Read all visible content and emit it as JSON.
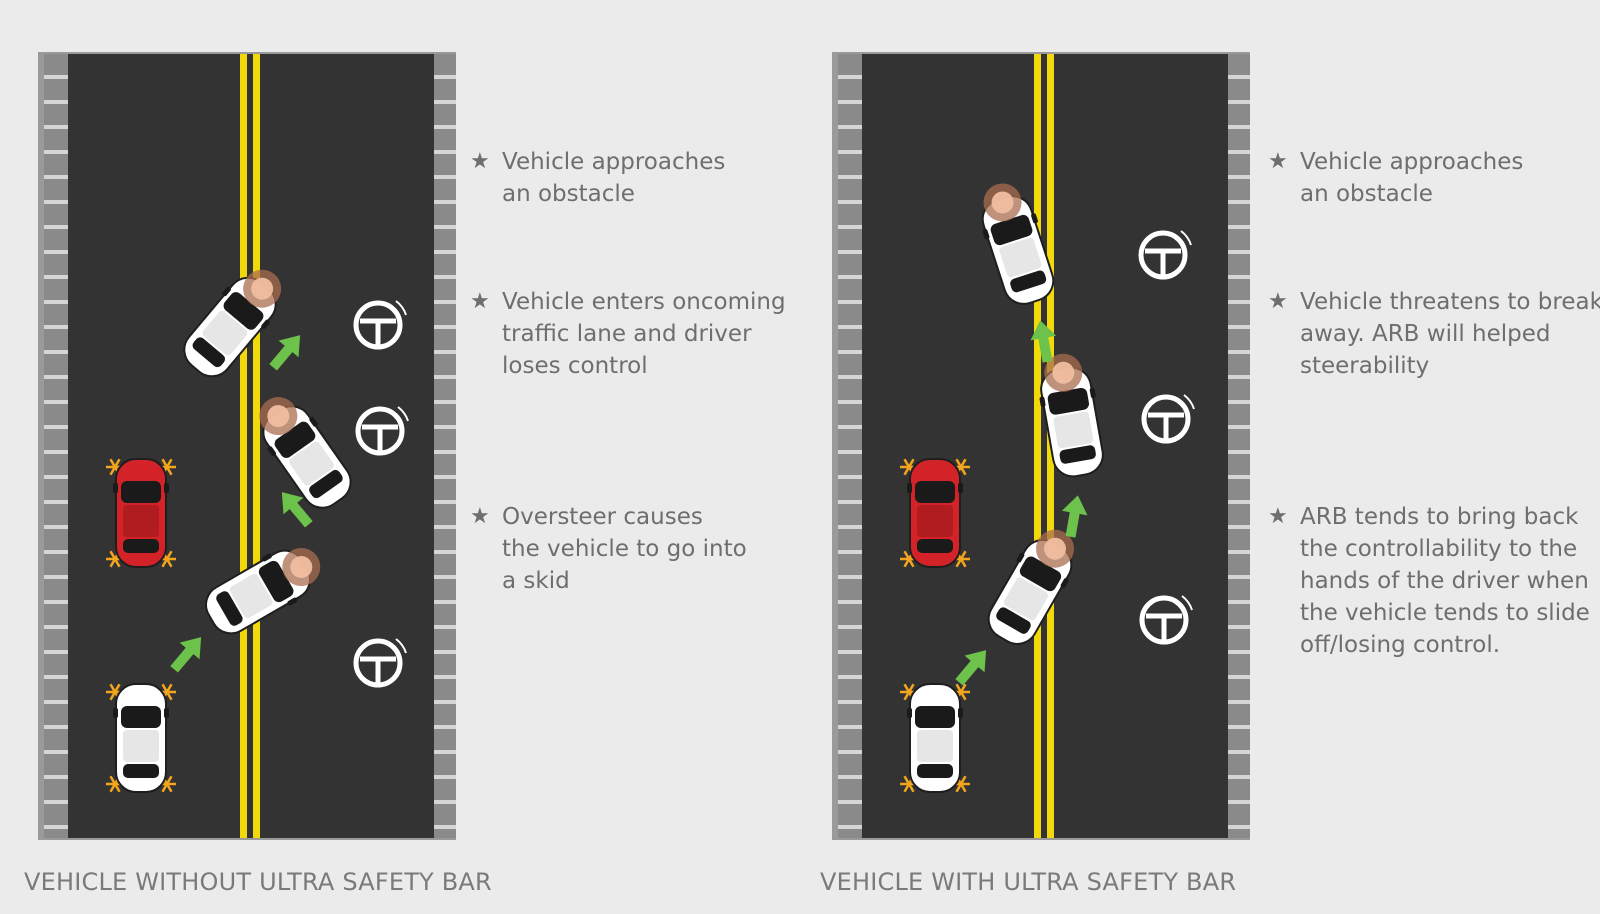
{
  "panels": [
    {
      "caption": "VEHICLE WITHOUT ULTRA SAFETY BAR",
      "notes": [
        {
          "lines": [
            "Vehicle approaches",
            "an obstacle"
          ]
        },
        {
          "lines": [
            "Vehicle enters oncoming",
            "traffic lane and driver",
            "loses control"
          ]
        },
        {
          "lines": [
            "Oversteer causes",
            "the vehicle to go into",
            "a skid"
          ]
        }
      ]
    },
    {
      "caption": "VEHICLE WITH ULTRA SAFETY BAR",
      "notes": [
        {
          "lines": [
            "Vehicle approaches",
            "an obstacle"
          ]
        },
        {
          "lines": [
            "Vehicle threatens to break",
            "away. ARB will helped",
            "steerability"
          ]
        },
        {
          "lines": [
            "ARB tends to bring back",
            "the controllability to the",
            "hands of the driver when",
            "the vehicle tends to slide",
            "off/losing control."
          ]
        }
      ]
    }
  ],
  "bullet_glyph": "★",
  "icons": [
    "steering-wheel-icon",
    "arrow-icon",
    "car-icon",
    "hazard-light-icon"
  ],
  "colors": {
    "background": "#ebebeb",
    "road": "#333333",
    "curb": "#8a8a8a",
    "center_line": "#f2d90c",
    "arrow": "#6cc24a",
    "obstacle_car": "#d42328",
    "vehicle": "#ffffff",
    "text": "#6e6e6e"
  }
}
